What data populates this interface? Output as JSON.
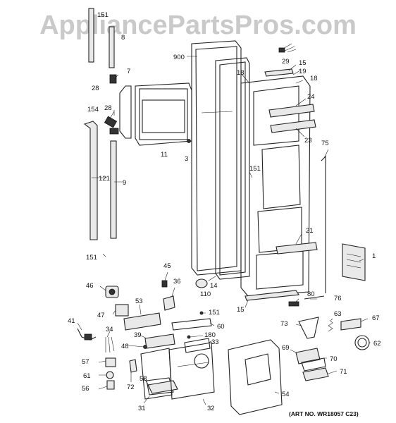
{
  "watermark": "AppliancePartsPros.com",
  "art_number": "(ART NO. WR18057 C23)",
  "labels": {
    "l151a": "151",
    "l8": "8",
    "l900": "900",
    "l29": "29",
    "l15a": "15",
    "l19": "19",
    "l18a": "18",
    "l18b": "18",
    "l7": "7",
    "l28a": "28",
    "l154": "154",
    "l28b": "28",
    "l24": "24",
    "l23": "23",
    "l11": "11",
    "l3": "3",
    "l75": "75",
    "l151b": "151",
    "l121": "121",
    "l9": "9",
    "l21": "21",
    "l1": "1",
    "l151c": "151",
    "l45": "45",
    "l36": "36",
    "l46": "46",
    "l14": "14",
    "l110": "110",
    "l80": "80",
    "l76": "76",
    "l53": "53",
    "l15b": "15",
    "l151d": "151",
    "l47": "47",
    "l41": "41",
    "l60": "60",
    "l63": "63",
    "l67": "67",
    "l73": "73",
    "l34": "34",
    "l39": "39",
    "l180": "180",
    "l33": "33",
    "l48": "48",
    "l62": "62",
    "l69": "69",
    "l70": "70",
    "l57": "57",
    "l71": "71",
    "l61": "61",
    "l72": "72",
    "l58": "58",
    "l56": "56",
    "l54": "54",
    "l31": "31",
    "l32": "32"
  }
}
